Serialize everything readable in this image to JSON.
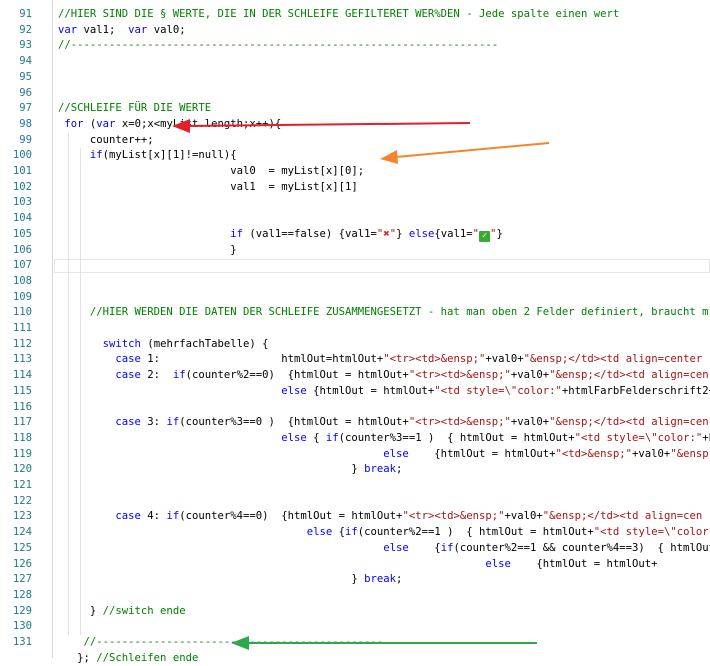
{
  "editor": {
    "first_line_number": 91,
    "lines": [
      "//HIER SIND DIE § WERTE, DIE IN DER SCHLEIFE GEFILTERET WER%DEN - Jede spalte einen wert",
      "var val1;  var val0;",
      "//-------------------------------------------------------------------",
      "",
      "",
      "",
      "//SCHLEIFE FÜR DIE WERTE",
      " for (var x=0;x<myList.length;x++){",
      "     counter++;",
      "     if(myList[x][1]!=null){",
      "                           val0  = myList[x][0];",
      "                           val1  = myList[x][1]",
      "",
      "",
      "                           if (val1==false) {val1=\"❌\"} else{val1=\"✅\"}",
      "                           }",
      "",
      "",
      "",
      "     //HIER WERDEN DIE DATEN DER SCHLEIFE ZUSAMMENGESETZT - hat man oben 2 Felder definiert, braucht m",
      "",
      "       switch (mehrfachTabelle) {",
      "         case 1:                   htmlOut=htmlOut+\"<tr><td>&ensp;\"+val0+\"&ensp;</td><td align=center",
      "         case 2:  if(counter%2==0)  {htmlOut = htmlOut+\"<tr><td>&ensp;\"+val0+\"&ensp;</td><td align=cen",
      "                                   else {htmlOut = htmlOut+\"<td style=\\\"color:\"+htmlFarbFelderschrift2+\"\\\"",
      "",
      "         case 3: if(counter%3==0 )  {htmlOut = htmlOut+\"<tr><td>&ensp;\"+val0+\"&ensp;</td><td align=cen",
      "                                   else { if(counter%3==1 )  { htmlOut = htmlOut+\"<td style=\\\"color:\"+html",
      "                                                   else    {htmlOut = htmlOut+\"<td>&ensp;\"+val0+\"&ensp;</",
      "                                              } break;",
      "",
      "",
      "         case 4: if(counter%4==0)  {htmlOut = htmlOut+\"<tr><td>&ensp;\"+val0+\"&ensp;</td><td align=cen",
      "                                       else {if(counter%2==1 )  { htmlOut = htmlOut+\"<td style=\\\"color:\"+h",
      "                                                   else    {if(counter%2==1 && counter%4==3)  { htmlOut=",
      "                                                                   else    {htmlOut = htmlOut+",
      "                                              } break;",
      "",
      "     } //switch ende",
      "",
      "    //---------------------------------------------",
      "   }; //Schleifen ende"
    ],
    "line_numbers": [
      "91",
      "92",
      "93",
      "94",
      "95",
      "96",
      "97",
      "98",
      "99",
      "100",
      "101",
      "102",
      "103",
      "104",
      "105",
      "106",
      "107",
      "108",
      "109",
      "110",
      "111",
      "112",
      "113",
      "114",
      "115",
      "116",
      "117",
      "118",
      "119",
      "120",
      "121",
      "122",
      "123",
      "124",
      "125",
      "126",
      "127",
      "128",
      "129",
      "130",
      "131"
    ]
  },
  "annotations": {
    "arrow_red_color": "#e0202a",
    "arrow_orange_color": "#f5852b",
    "arrow_green_color": "#2ea84a"
  }
}
